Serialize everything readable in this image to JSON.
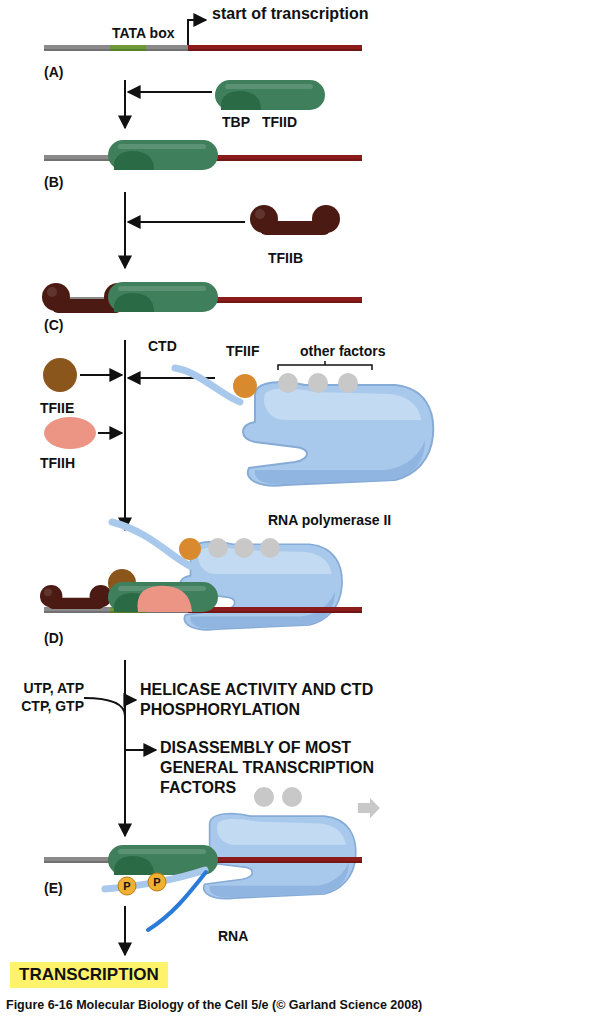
{
  "diagram": {
    "caption": "Figure 6-16 Molecular Biology of the Cell 5/e (© Garland Science 2008)",
    "nodes": [
      {
        "text": [
          "TRANSCRIPTION"
        ]
      }
    ],
    "labels": [
      "start of transcription",
      "TATA box",
      "(A)",
      "TBP",
      "TFIID",
      "(B)",
      "TFIIB",
      "(C)",
      "CTD",
      "TFIIF",
      "other factors",
      "TFIIE",
      "TFIIH",
      "RNA polymerase II",
      "(D)",
      "UTP, ATP CTP, GTP",
      "HELICASE ACTIVITY AND CTD PHOSPHORYLATION",
      "DISASSEMBLY OF MOST GENERAL TRANSCRIPTION FACTORS",
      "(E)",
      "P",
      "P",
      "RNA"
    ]
  }
}
